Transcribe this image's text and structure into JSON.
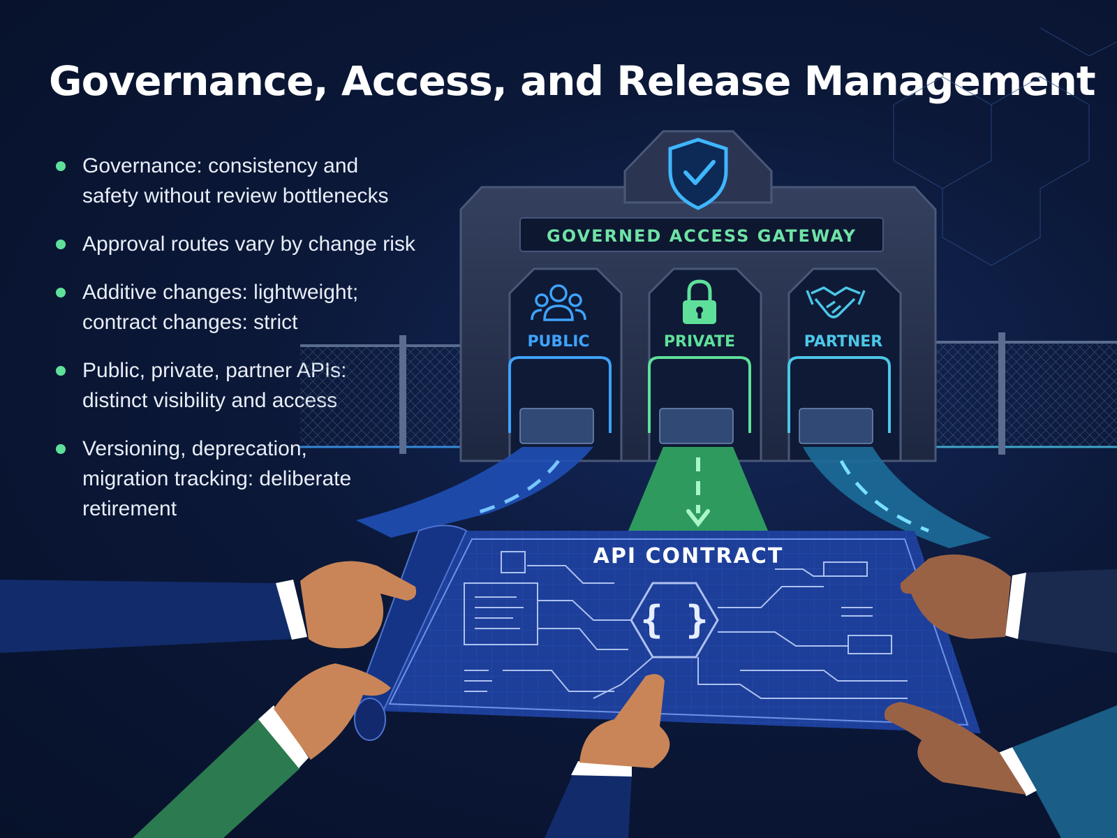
{
  "title": "Governance, Access, and Release Management",
  "bullets": [
    [
      "Governance: consistency and",
      "safety without review bottlenecks"
    ],
    [
      "Approval routes vary by change risk"
    ],
    [
      "Additive changes: lightweight;",
      "contract changes: strict"
    ],
    [
      "Public, private, partner APIs:",
      "distinct visibility and access"
    ],
    [
      "Versioning, deprecation,",
      "migration tracking: deliberate",
      "retirement"
    ]
  ],
  "gateway": {
    "sign": "GOVERNED ACCESS GATEWAY",
    "top_icon": "shield-check-icon",
    "lanes": [
      {
        "label": "PUBLIC",
        "icon": "people-group-icon",
        "color": "#3fa3ff"
      },
      {
        "label": "PRIVATE",
        "icon": "padlock-icon",
        "color": "#5fe09a"
      },
      {
        "label": "PARTNER",
        "icon": "handshake-icon",
        "color": "#4cc7e8"
      }
    ]
  },
  "contract": {
    "title": "API CONTRACT",
    "center_icon": "curly-braces-icon"
  },
  "colors": {
    "bullet": "#5fe09a",
    "background": "#0b1838",
    "blueprint": "#1d3f9a"
  }
}
